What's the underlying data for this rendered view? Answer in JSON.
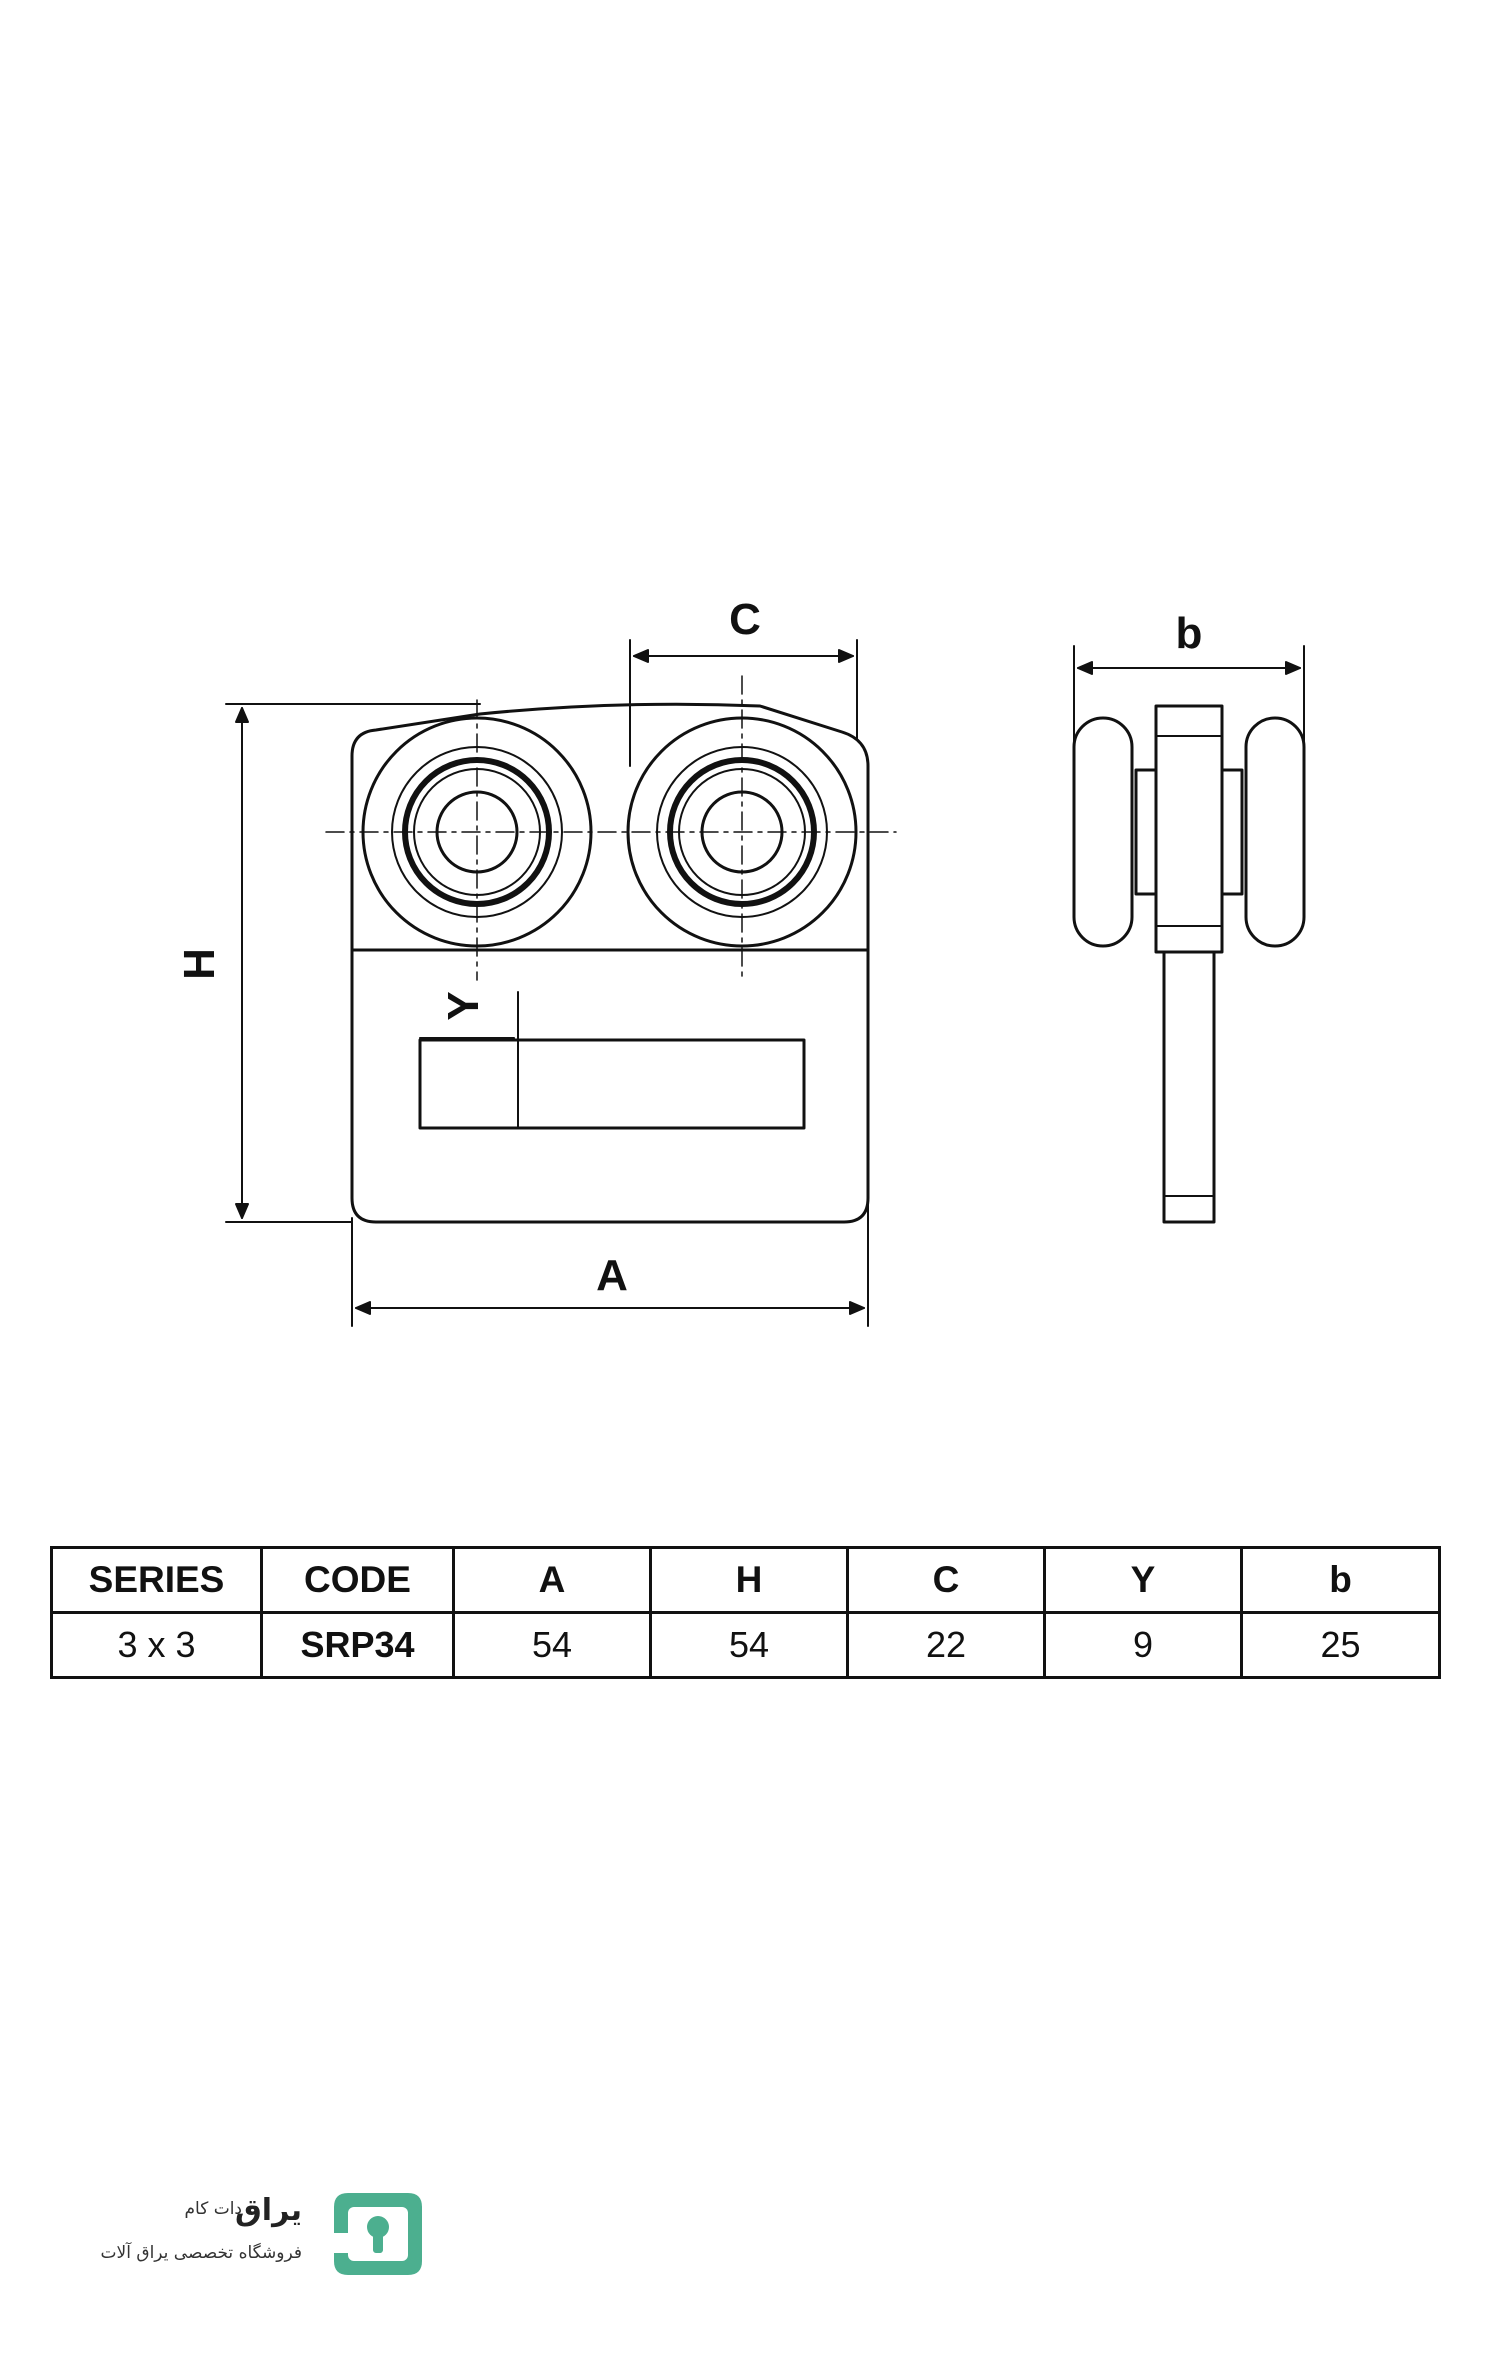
{
  "drawing": {
    "labels": {
      "C": "C",
      "b": "b",
      "H": "H",
      "Y": "Y",
      "A": "A"
    }
  },
  "table": {
    "headers": [
      "SERIES",
      "CODE",
      "A",
      "H",
      "C",
      "Y",
      "b"
    ],
    "row": [
      "3 x 3",
      "SRP34",
      "54",
      "54",
      "22",
      "9",
      "25"
    ]
  },
  "logo": {
    "name": "یراق",
    "suffix": "دات کام",
    "tagline": "فروشگاه تخصصی یراق آلات",
    "accent": "#4caf8f"
  }
}
